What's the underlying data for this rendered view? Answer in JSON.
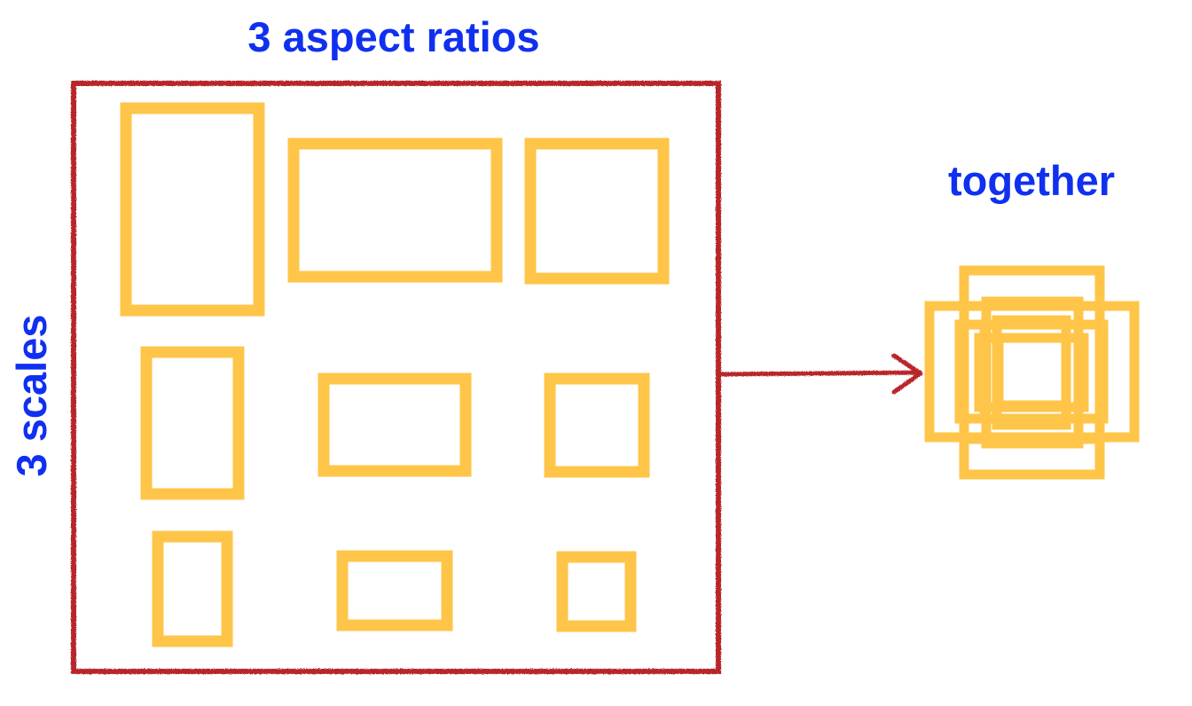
{
  "labels": {
    "top": "3 aspect ratios",
    "left": "3 scales",
    "right": "together"
  },
  "colors": {
    "label": "#1030f0",
    "frame": "#b8262b",
    "arrow": "#b8262b",
    "anchor": "#fec548"
  },
  "grid": {
    "scales": 3,
    "aspect_ratios": 3
  },
  "icons": {
    "arrow": "right-arrow"
  }
}
